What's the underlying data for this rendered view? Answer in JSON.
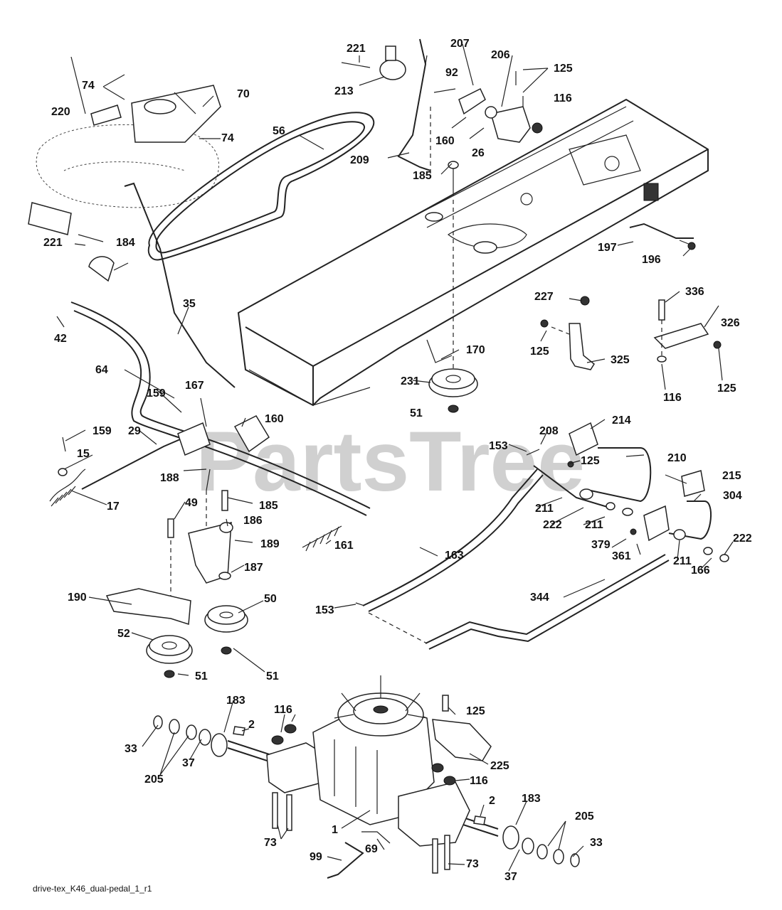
{
  "diagram": {
    "caption": "drive-tex_K46_dual-pedal_1_r1",
    "watermark": "PartsTree",
    "labels": {
      "l221a": "221",
      "l207": "207",
      "l206": "206",
      "l125a": "125",
      "l74a": "74",
      "l70": "70",
      "l92": "92",
      "l213": "213",
      "l116a": "116",
      "l220": "220",
      "l56": "56",
      "l74b": "74",
      "l160a": "160",
      "l26": "26",
      "l209": "209",
      "l185a": "185",
      "l221b": "221",
      "l184": "184",
      "l197": "197",
      "l196": "196",
      "l227": "227",
      "l336": "336",
      "l326": "326",
      "l35": "35",
      "l42": "42",
      "l125b": "125",
      "l325": "325",
      "l170": "170",
      "l64": "64",
      "l125c": "125",
      "l231": "231",
      "l116b": "116",
      "l159a": "159",
      "l167": "167",
      "l160b": "160",
      "l51a": "51",
      "l159b": "159",
      "l29": "29",
      "l214": "214",
      "l208": "208",
      "l153a": "153",
      "l125d": "125",
      "l210": "210",
      "l15": "15",
      "l188": "188",
      "l215": "215",
      "l304": "304",
      "l17": "17",
      "l49": "49",
      "l185b": "185",
      "l211a": "211",
      "l186": "186",
      "l222a": "222",
      "l211b": "211",
      "l189": "189",
      "l161": "161",
      "l163": "163",
      "l379": "379",
      "l361": "361",
      "l222b": "222",
      "l211c": "211",
      "l187": "187",
      "l166": "166",
      "l190": "190",
      "l50": "50",
      "l344": "344",
      "l153b": "153",
      "l52": "52",
      "l51b": "51",
      "l51c": "51",
      "l183a": "183",
      "l116c": "116",
      "l125e": "125",
      "l2a": "2",
      "l33a": "33",
      "l225": "225",
      "l205a": "205",
      "l37a": "37",
      "l116d": "116",
      "l2b": "2",
      "l183b": "183",
      "l205b": "205",
      "l1": "1",
      "l73a": "73",
      "l33b": "33",
      "l69": "69",
      "l99": "99",
      "l73b": "73",
      "l37b": "37"
    }
  }
}
